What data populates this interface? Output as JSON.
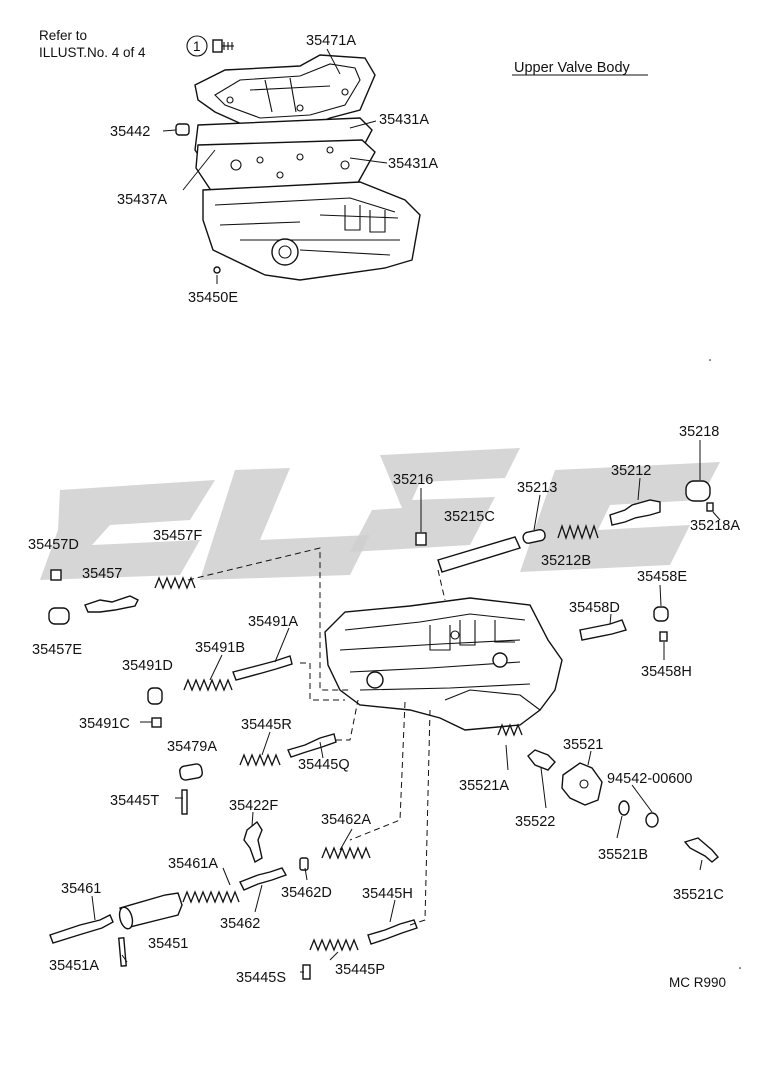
{
  "reference_note": {
    "line1": "Refer to",
    "line2": "ILLUST.No. 4 of 4",
    "circled_number": "1"
  },
  "section_title": "Upper Valve Body",
  "diagram_code": "MC R990",
  "upper_assembly_labels": [
    "35471A",
    "35431A",
    "35442",
    "35431A",
    "35437A",
    "35450E"
  ],
  "lower_assembly_labels": [
    "35218",
    "35216",
    "35213",
    "35212",
    "35215C",
    "35218A",
    "35212B",
    "35457D",
    "35457F",
    "35457",
    "35457E",
    "35458E",
    "35458D",
    "35458H",
    "35491A",
    "35491B",
    "35491D",
    "35491C",
    "35445R",
    "35479A",
    "35445Q",
    "35445T",
    "35422F",
    "35462A",
    "35461A",
    "35461",
    "35462D",
    "35462",
    "35451",
    "35451A",
    "35445H",
    "35445S",
    "35445P",
    "35521",
    "35521A",
    "94542-00600",
    "35522",
    "35521B",
    "35521C"
  ],
  "icons": [
    "bolt-icon",
    "circled-number-icon",
    "watermark-logo"
  ]
}
